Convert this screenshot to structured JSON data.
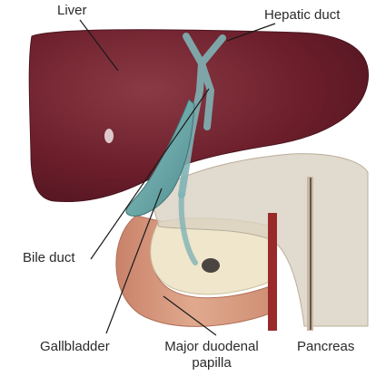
{
  "labels": {
    "liver": "Liver",
    "hepatic_duct": "Hepatic duct",
    "bile_duct": "Bile duct",
    "gallbladder": "Gallbladder",
    "papilla_line1": "Major duodenal",
    "papilla_line2": "papilla",
    "pancreas": "Pancreas"
  },
  "colors": {
    "liver": "#6b1e2a",
    "liver_highlight": "#8a3a45",
    "gallbladder": "#6aa7a8",
    "duct": "#7fb3b5",
    "pancreas": "#d8cfc0",
    "duodenum": "#d89a80",
    "duodenum_inner": "#efe6cc",
    "vessel": "#9a2a2a",
    "leader_line": "#1a1a1a"
  }
}
